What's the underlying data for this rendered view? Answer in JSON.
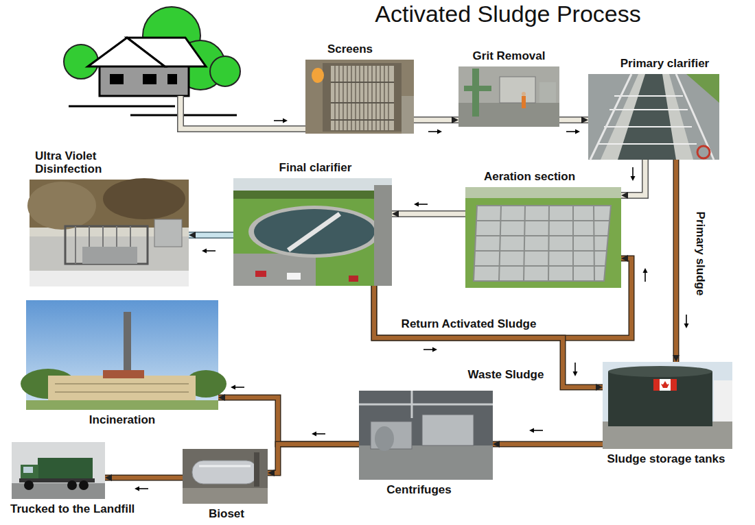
{
  "diagram": {
    "title": "Activated Sludge Process",
    "nodes": [
      {
        "text": [
          "Screens"
        ]
      },
      {
        "text": [
          "Grit Removal"
        ]
      },
      {
        "text": [
          "Primary clarifier"
        ]
      },
      {
        "text": [
          "Ultra Violet Disinfection"
        ]
      },
      {
        "text": [
          "Final clarifier"
        ]
      },
      {
        "text": [
          "Aeration section"
        ]
      },
      {
        "text": [
          "Incineration"
        ]
      },
      {
        "text": [
          "Centrifuges"
        ]
      },
      {
        "text": [
          "Sludge storage tanks"
        ]
      },
      {
        "text": [
          "Trucked to the Landfill"
        ]
      },
      {
        "text": [
          "Bioset"
        ]
      }
    ],
    "edges": [
      {
        "from": 0,
        "to": 1,
        "arrow": "to"
      },
      {
        "from": 1,
        "to": 2,
        "arrow": "to"
      },
      {
        "from": 2,
        "to": 5,
        "arrow": "to"
      },
      {
        "from": 5,
        "to": 4,
        "arrow": "to"
      },
      {
        "from": 4,
        "to": 3,
        "arrow": "to"
      },
      {
        "from": 2,
        "to": 8,
        "label": "Primary sludge",
        "arrow": "to"
      },
      {
        "from": 4,
        "to": 5,
        "label": "Return Activated Sludge",
        "arrow": "to"
      },
      {
        "from": 4,
        "to": 8,
        "label": "Waste Sludge",
        "arrow": "to"
      },
      {
        "from": 8,
        "to": 7,
        "arrow": "to"
      },
      {
        "from": 7,
        "to": 6,
        "arrow": "to"
      },
      {
        "from": 7,
        "to": 10,
        "arrow": "to"
      },
      {
        "from": 10,
        "to": 9,
        "arrow": "to"
      }
    ]
  }
}
